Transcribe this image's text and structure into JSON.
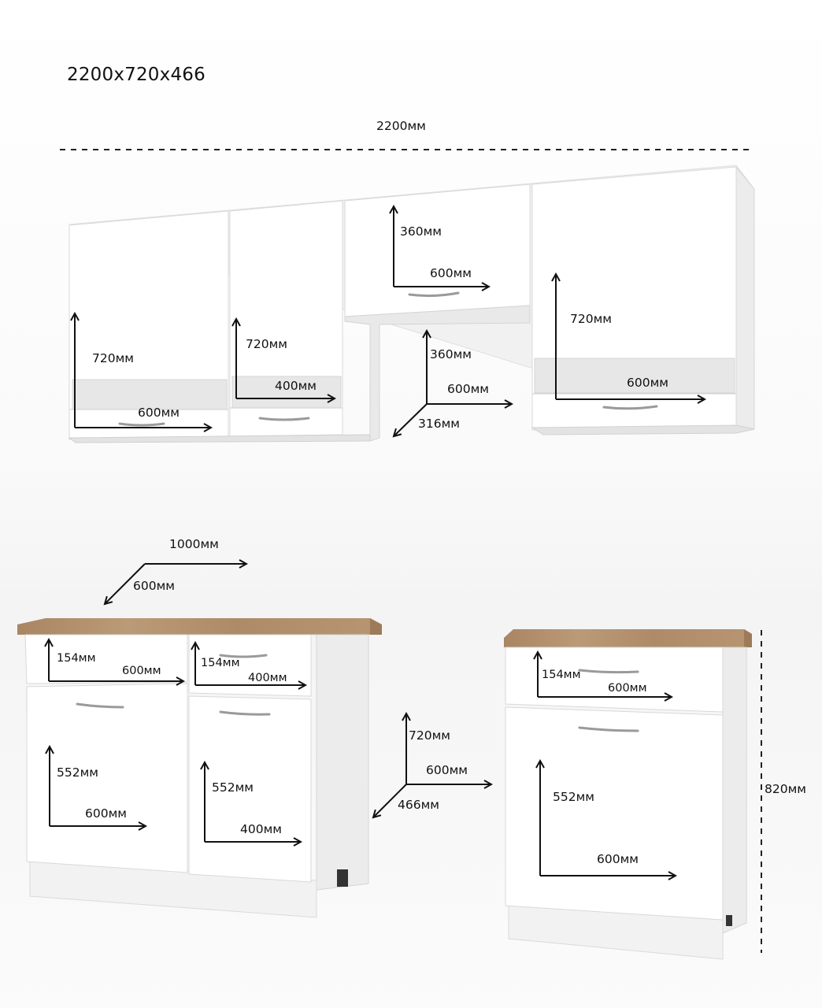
{
  "title": "2200х720х466",
  "dimensions": {
    "total_width": "2200мм",
    "total_height": "820мм",
    "upper": {
      "left_height": "720мм",
      "left_width": "600мм",
      "second_height": "720мм",
      "second_width": "400мм",
      "hood_height": "360мм",
      "hood_width": "600мм",
      "right_height": "720мм",
      "right_width": "600мм",
      "axis_height": "360мм",
      "axis_width": "600мм",
      "axis_depth": "316мм"
    },
    "base_large": {
      "total_width": "1000мм",
      "depth": "600мм",
      "drawer_left_height": "154мм",
      "drawer_left_width": "600мм",
      "drawer_right_height": "154мм",
      "drawer_right_width": "400мм",
      "door_left_height": "552мм",
      "door_left_width": "600мм",
      "door_right_height": "552мм",
      "door_right_width": "400мм"
    },
    "base_axis": {
      "height": "720мм",
      "width": "600мм",
      "depth": "466мм"
    },
    "base_small": {
      "drawer_height": "154мм",
      "drawer_width": "600мм",
      "door_height": "552мм",
      "door_width": "600мм"
    }
  },
  "colors": {
    "worktop": "#b3906c",
    "panel": "#ffffff",
    "arrow": "#111111"
  }
}
